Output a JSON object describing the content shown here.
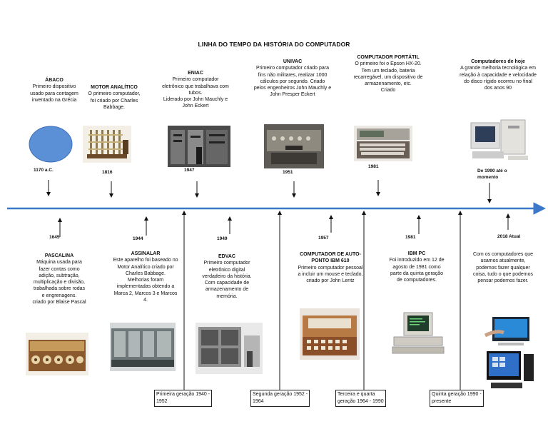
{
  "title": "LINHA DO TEMPO DA HISTÓRIA DO COMPUTADOR",
  "top_events": [
    {
      "heading": "ÁBACO",
      "text": [
        "Primeiro dispositivo",
        "usado para contagem",
        "inventado na Grécia"
      ],
      "year": "1170 a.C."
    },
    {
      "heading": "MOTOR ANALÍTICO",
      "text": [
        "O primeiro computador,",
        "foi criado por Charles",
        "Babbage."
      ],
      "year": "1816"
    },
    {
      "heading": "ENIAC",
      "text": [
        "Primeiro computador",
        "eletrônico que trabalhava com",
        "tubos.",
        "Liderado por John Mauchly e",
        "John Eckert"
      ],
      "year": "1947"
    },
    {
      "heading": "UNIVAC",
      "text": [
        "Primeiro computador criado para",
        "fins não militares, realizar 1000",
        "cálculos por segundo. Criado",
        "pelos engenheiros John Mauchly e",
        "John Presper Eckert"
      ],
      "year": "1951"
    },
    {
      "heading": "COMPUTADOR PORTÁTIL",
      "text": [
        "O primeiro foi o Epson HX-20.",
        "Tem um teclado, bateria",
        "recarregável, um dispositivo de",
        "armazenamento, etc.",
        "Criado"
      ],
      "year": "1981"
    },
    {
      "heading": "Computadores de hoje",
      "text": [
        "A grande melhoria tecnológica em",
        "relação à capacidade e velocidade",
        "do disco rígido ocorreu no final",
        "dos anos 90"
      ],
      "year": [
        "De 1990 até o",
        "momento"
      ]
    }
  ],
  "bottom_events": [
    {
      "year": "1645",
      "heading": "PASCALINA",
      "text": [
        "Máquina usada para",
        "fazer contas como",
        "adição, subtração,",
        "multiplicação e divisão,",
        "trabalhada sobre rodas",
        "e engrenagens.",
        "criado por Blaise Pascal"
      ]
    },
    {
      "year": "1944",
      "heading": "ASSINALAR",
      "text": [
        "Este aparelho foi baseado no",
        "Motor Analítico criado por",
        "Charles Babbage.",
        "Melhorias foram",
        "implementadas obtendo a",
        "Marca 2, Marcos 3 e Marcos",
        "4."
      ]
    },
    {
      "year": "1949",
      "heading": "EDVAC",
      "text": [
        "Primeiro computador",
        "eletrônico digital",
        "verdadeiro da história.",
        "Com capacidade de",
        "armazenamento de",
        "memória."
      ]
    },
    {
      "year": "1957",
      "heading": "COMPUTADOR DE AUTO-PONTO IBM 610",
      "text": [
        "Primeiro computador pessoal",
        "a incluir um mouse e teclado,",
        "criado por John Lentz"
      ]
    },
    {
      "year": "1981",
      "heading": "IBM PC",
      "text": [
        "Foi introduzido em 12 de",
        "agosto de 1981 como",
        "parte da quinta geração",
        "de computadores."
      ]
    },
    {
      "year": "2018 Atual",
      "heading": "",
      "text": [
        "Com os computadores que",
        "usamos atualmente,",
        "podemos fazer qualquer",
        "coisa, tudo o que podemos",
        "pensar podemos fazer."
      ]
    }
  ],
  "generations": [
    [
      "Primeira geração 1940 -",
      "1952"
    ],
    [
      "Segunda geração 1952 -",
      "1964"
    ],
    [
      "Terceira e quarta",
      "geração 1964 - 1990"
    ],
    [
      "Quinta geração 1990 -",
      "presente"
    ]
  ],
  "colors": {
    "timeline": "#3b78c9",
    "abacus": "#5b8fd6",
    "arrow": "#111111"
  },
  "icons": [
    "abacus-photo",
    "analytical-engine-photo",
    "eniac-photo",
    "univac-photo",
    "epson-hx20-photo",
    "desktop-pc-photo",
    "pascaline-photo",
    "harvard-mark-photo",
    "edvac-photo",
    "ibm610-photo",
    "ibm-pc-photo",
    "modern-computers-photo"
  ]
}
